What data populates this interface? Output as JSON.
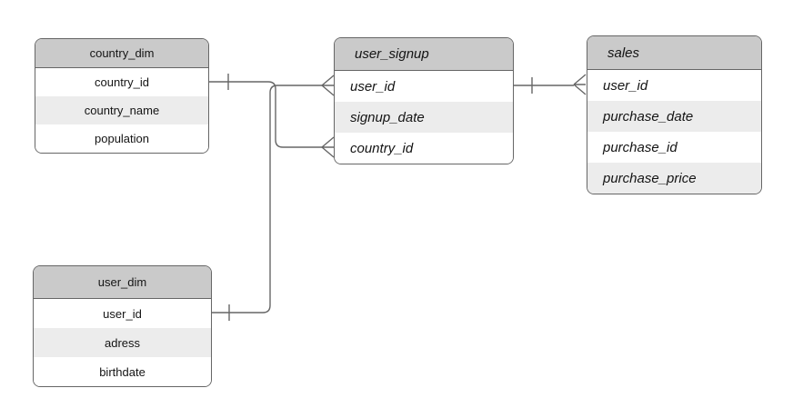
{
  "diagram_title": "",
  "colors": {
    "background": "#ffffff",
    "header_fill": "#cacaca",
    "row_fill": "#ffffff",
    "row_alt_fill": "#ececec",
    "border": "#666666",
    "connector": "#666666",
    "text": "#141414"
  },
  "entities": [
    {
      "name": "country_dim",
      "style": "plain",
      "fields": [
        "country_id",
        "country_name",
        "population"
      ]
    },
    {
      "name": "user_dim",
      "style": "plain",
      "fields": [
        "user_id",
        "adress",
        "birthdate"
      ]
    },
    {
      "name": "user_signup",
      "style": "italic",
      "fields": [
        "user_id",
        "signup_date",
        "country_id"
      ]
    },
    {
      "name": "sales",
      "style": "italic",
      "fields": [
        "user_id",
        "purchase_date",
        "purchase_id",
        "purchase_price"
      ]
    }
  ],
  "relationships": [
    {
      "from": "country_dim.country_id",
      "to": "user_signup.country_id",
      "from_cardinality": "one",
      "to_cardinality": "many"
    },
    {
      "from": "user_dim.user_id",
      "to": "user_signup.user_id",
      "from_cardinality": "one",
      "to_cardinality": "many"
    },
    {
      "from": "user_signup.user_id",
      "to": "sales.user_id",
      "from_cardinality": "one",
      "to_cardinality": "many"
    }
  ]
}
